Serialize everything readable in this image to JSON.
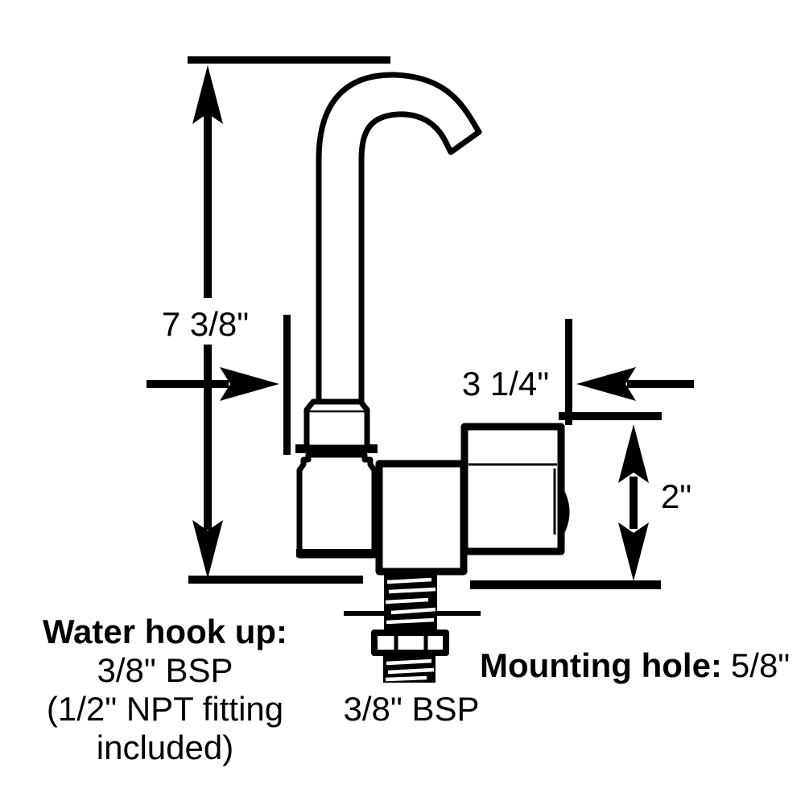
{
  "colors": {
    "ink": "#000000",
    "background": "#ffffff"
  },
  "dimensions": {
    "overall_height": {
      "label": "7 3/8\""
    },
    "overall_width": {
      "label": "3 1/4\""
    },
    "body_height": {
      "label": "2\""
    },
    "stem_thread": {
      "label": "3/8\" BSP"
    }
  },
  "notes": {
    "water_hookup": {
      "title": "Water hook up:",
      "lines": [
        "3/8\" BSP",
        "(1/2\" NPT fitting",
        "included)"
      ]
    },
    "mounting_hole": {
      "label": "Mounting hole:",
      "value": "5/8\""
    }
  }
}
